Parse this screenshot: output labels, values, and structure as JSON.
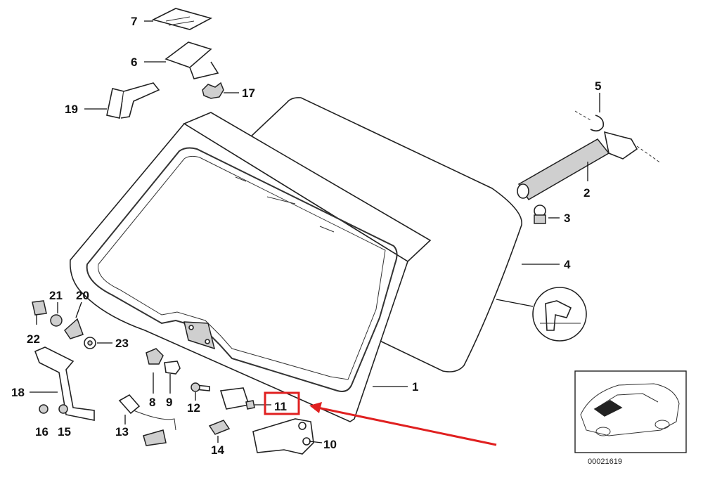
{
  "diagram": {
    "callouts": {
      "c1": "1",
      "c2": "2",
      "c3": "3",
      "c4": "4",
      "c5": "5",
      "c6": "6",
      "c7": "7",
      "c8": "8",
      "c9": "9",
      "c10": "10",
      "c11": "11",
      "c12": "12",
      "c13": "13",
      "c14": "14",
      "c15": "15",
      "c16": "16",
      "c17": "17",
      "c18": "18",
      "c19": "19",
      "c20": "20",
      "c21": "21",
      "c22": "22",
      "c23": "23"
    },
    "figure_code": "00021619",
    "highlight_color": "#e02020",
    "arrow_color": "#e02020"
  }
}
